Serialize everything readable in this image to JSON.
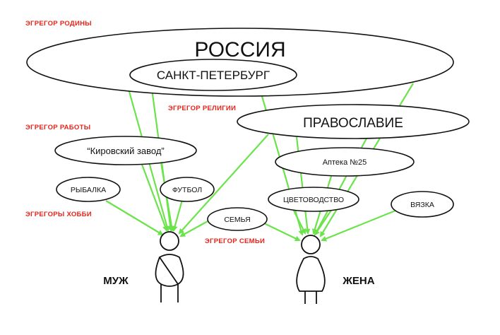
{
  "labels": {
    "rodina": "ЭГРЕГОР РОДИНЫ",
    "raboty": "ЭГРЕГОР РАБОТЫ",
    "religii": "ЭГРЕГОР РЕЛИГИИ",
    "hobbi": "ЭГРЕГОРЫ ХОББИ",
    "semi": "ЭГРЕГОР СЕМЬИ"
  },
  "nodes": {
    "russia": "РОССИЯ",
    "spb": "САНКТ-ПЕТЕРБУРГ",
    "orthodoxy": "ПРАВОСЛАВИЕ",
    "kirov": "“Кировский завод”",
    "apteka": "Аптека №25",
    "fishing": "РЫБАЛКА",
    "football": "ФУТБОЛ",
    "family": "СЕМЬЯ",
    "flowers": "ЦВЕТОВОДСТВО",
    "knitting": "ВЯЗКА"
  },
  "people": {
    "husband": "МУЖ",
    "wife": "ЖЕНА"
  },
  "colors": {
    "label_red": "#e8231a",
    "arrow_green": "#6be34a",
    "stroke": "#111111"
  }
}
